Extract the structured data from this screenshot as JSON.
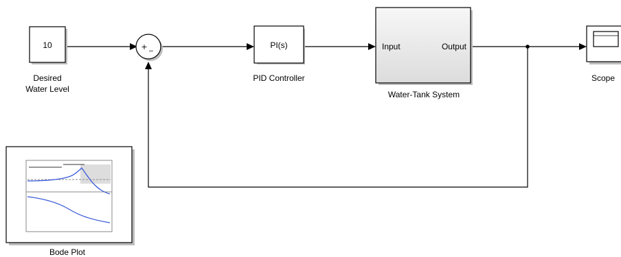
{
  "blocks": {
    "constant": {
      "value": "10",
      "label_line1": "Desired",
      "label_line2": "Water Level"
    },
    "sum": {
      "plus_sign": "+",
      "minus_sign": "_"
    },
    "pid": {
      "text": "PI(s)",
      "label": "PID Controller"
    },
    "water_tank": {
      "input_port": "Input",
      "output_port": "Output",
      "label": "Water-Tank System"
    },
    "scope": {
      "label": "Scope"
    },
    "bode": {
      "label": "Bode Plot"
    }
  },
  "colors": {
    "line": "#000000",
    "block_border": "#000000",
    "subsystem_fill": "#ededed",
    "bode_curve": "#3b5bdb",
    "bode_highlight": "#dddddd"
  }
}
